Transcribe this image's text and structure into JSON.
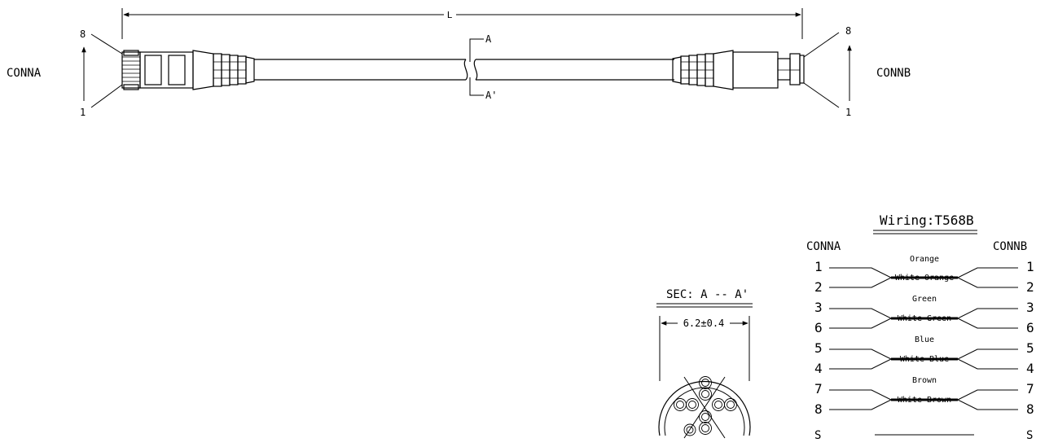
{
  "cable": {
    "length_label": "L",
    "conn_a": "CONNA",
    "conn_b": "CONNB",
    "pin_top": "8",
    "pin_bottom": "1",
    "section_a": "A",
    "section_a_prime": "A'"
  },
  "section": {
    "title": "SEC: A -- A'",
    "diameter": "6.2±0.4"
  },
  "wiring": {
    "title": "Wiring:T568B",
    "conn_a": "CONNA",
    "conn_b": "CONNB",
    "pairs": [
      {
        "color": "Orange",
        "mate": "White-Orange",
        "pins": [
          "1",
          "2"
        ]
      },
      {
        "color": "Green",
        "mate": "White-Green",
        "pins": [
          "3",
          "6"
        ]
      },
      {
        "color": "Blue",
        "mate": "White-Blue",
        "pins": [
          "5",
          "4"
        ]
      },
      {
        "color": "Brown",
        "mate": "White-Brown",
        "pins": [
          "7",
          "8"
        ]
      }
    ],
    "shield": "S"
  }
}
